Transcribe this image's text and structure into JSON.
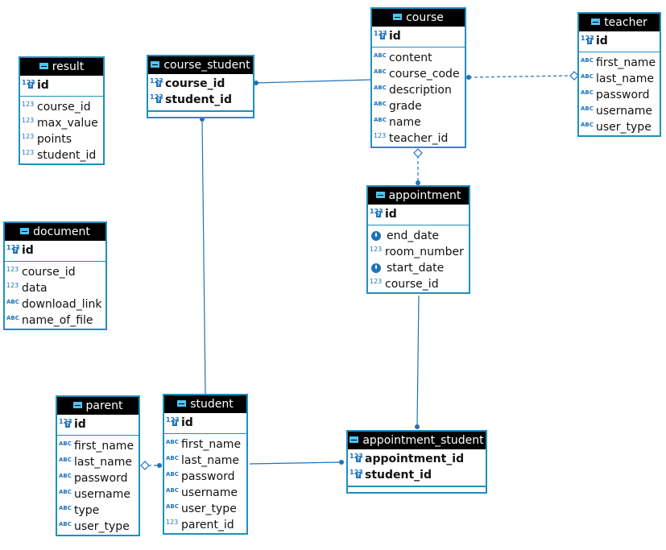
{
  "colors": {
    "border": "#1f8fbf",
    "header_bg": "#000000",
    "header_text": "#ffffff",
    "link": "#1f73b7"
  },
  "icons": {
    "number": "123",
    "text": "ABC",
    "date": "clock-icon",
    "table": "table-icon"
  },
  "entities": {
    "result": {
      "title": "result",
      "pk": [
        "id"
      ],
      "cols": [
        "course_id",
        "max_value",
        "points",
        "student_id"
      ]
    },
    "course_student": {
      "title": "course_student",
      "pk": [
        "course_id",
        "student_id"
      ],
      "cols": []
    },
    "course": {
      "title": "course",
      "pk": [
        "id"
      ],
      "cols": [
        "content",
        "course_code",
        "description",
        "grade",
        "name",
        "teacher_id"
      ]
    },
    "teacher": {
      "title": "teacher",
      "pk": [
        "id"
      ],
      "cols": [
        "first_name",
        "last_name",
        "password",
        "username",
        "user_type"
      ]
    },
    "document": {
      "title": "document",
      "pk": [
        "id"
      ],
      "cols": [
        "course_id",
        "data",
        "download_link",
        "name_of_file"
      ]
    },
    "appointment": {
      "title": "appointment",
      "pk": [
        "id"
      ],
      "cols": [
        "end_date",
        "room_number",
        "start_date",
        "course_id"
      ]
    },
    "parent": {
      "title": "parent",
      "pk": [
        "id"
      ],
      "cols": [
        "first_name",
        "last_name",
        "password",
        "username",
        "type",
        "user_type"
      ]
    },
    "student": {
      "title": "student",
      "pk": [
        "id"
      ],
      "cols": [
        "first_name",
        "last_name",
        "password",
        "username",
        "user_type",
        "parent_id"
      ]
    },
    "appointment_student": {
      "title": "appointment_student",
      "pk": [
        "appointment_id",
        "student_id"
      ],
      "cols": []
    }
  }
}
